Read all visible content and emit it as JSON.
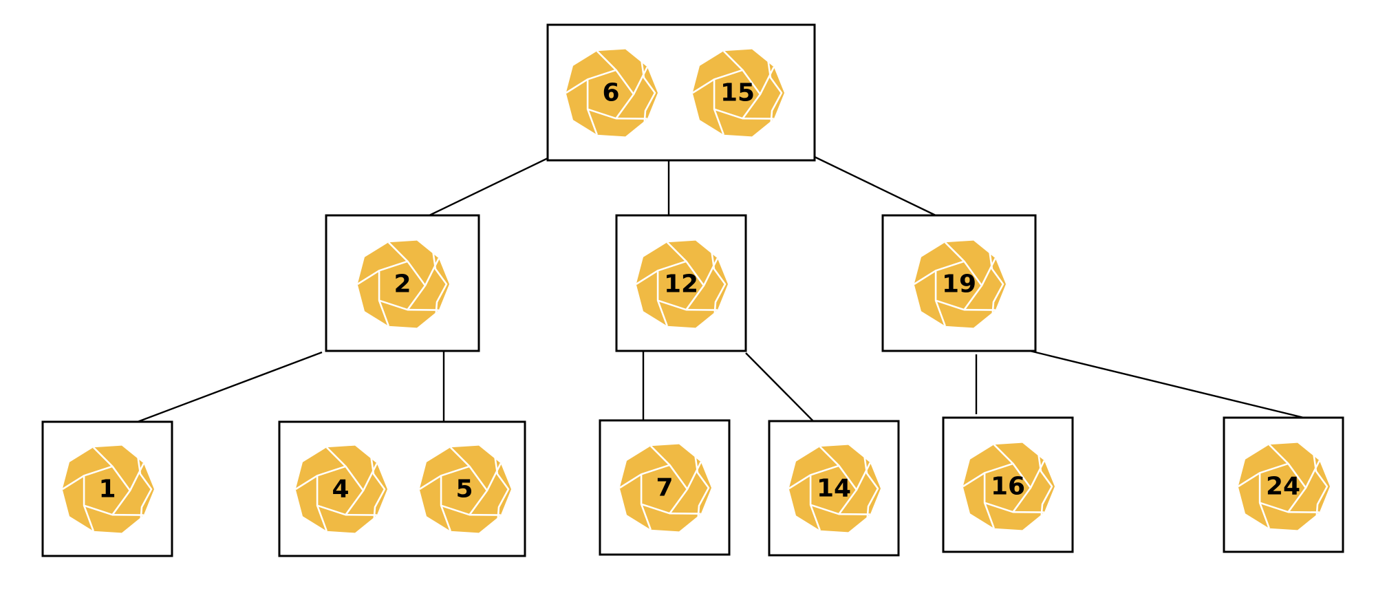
{
  "diagram": {
    "die_color": "#F0BA44",
    "facet_color": "#FFFFFF",
    "line_color": "#000000",
    "die_icon": "dodecahedron-die-icon",
    "nodes": [
      {
        "id": "root",
        "keys": [
          "6",
          "15"
        ]
      },
      {
        "id": "n-2",
        "keys": [
          "2"
        ]
      },
      {
        "id": "n-12",
        "keys": [
          "12"
        ]
      },
      {
        "id": "n-19",
        "keys": [
          "19"
        ]
      },
      {
        "id": "n-1",
        "keys": [
          "1"
        ]
      },
      {
        "id": "n-4-5",
        "keys": [
          "4",
          "5"
        ]
      },
      {
        "id": "n-7",
        "keys": [
          "7"
        ]
      },
      {
        "id": "n-14",
        "keys": [
          "14"
        ]
      },
      {
        "id": "n-16",
        "keys": [
          "16"
        ]
      },
      {
        "id": "n-24",
        "keys": [
          "24"
        ]
      }
    ],
    "edges": [
      {
        "from": "root",
        "to": "n-2"
      },
      {
        "from": "root",
        "to": "n-12"
      },
      {
        "from": "root",
        "to": "n-19"
      },
      {
        "from": "n-2",
        "to": "n-1"
      },
      {
        "from": "n-2",
        "to": "n-4-5"
      },
      {
        "from": "n-12",
        "to": "n-7"
      },
      {
        "from": "n-12",
        "to": "n-14"
      },
      {
        "from": "n-19",
        "to": "n-16"
      },
      {
        "from": "n-19",
        "to": "n-24"
      }
    ]
  }
}
